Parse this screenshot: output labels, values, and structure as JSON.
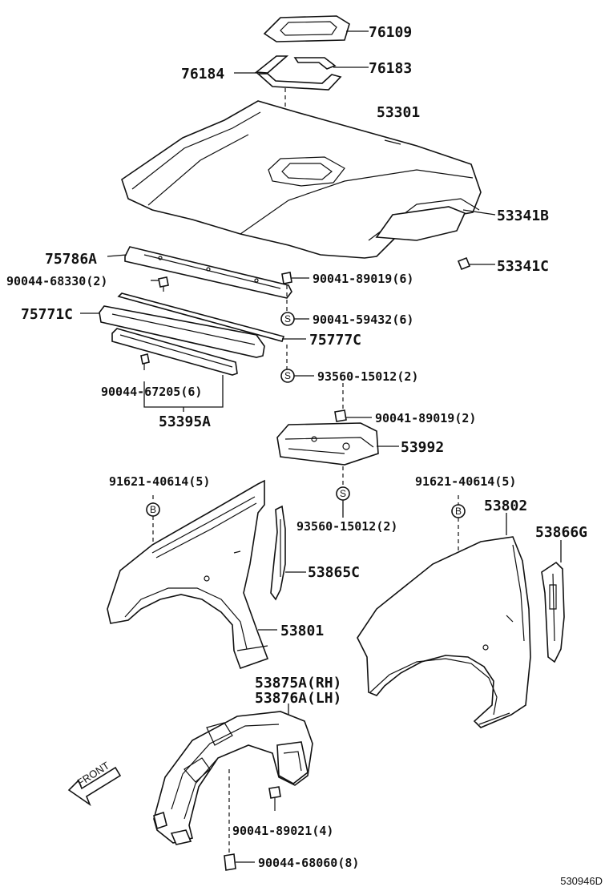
{
  "parts": {
    "p76109": "76109",
    "p76183": "76183",
    "p76184": "76184",
    "p53301": "53301",
    "p53341B": "53341B",
    "p53341C": "53341C",
    "p75786A": "75786A",
    "p90044_68330": "90044-68330(2)",
    "p90041_89019_6": "90041-89019(6)",
    "p75771C": "75771C",
    "p90041_59432": "90041-59432(6)",
    "p75777C": "75777C",
    "p93560_15012_a": "93560-15012(2)",
    "p90044_67205": "90044-67205(6)",
    "p53395A": "53395A",
    "p90041_89019_2": "90041-89019(2)",
    "p53992": "53992",
    "p91621_left": "91621-40614(5)",
    "p91621_right": "91621-40614(5)",
    "p93560_15012_b": "93560-15012(2)",
    "p53802": "53802",
    "p53866G": "53866G",
    "p53865C": "53865C",
    "p53801": "53801",
    "p53875A": "53875A(RH)",
    "p53876A": "53876A(LH)",
    "p90041_89021": "90041-89021(4)",
    "p90044_68060": "90044-68060(8)"
  },
  "markers": {
    "s": "S",
    "b": "B"
  },
  "direction_label": "FRONT",
  "drawing_number": "530946D"
}
